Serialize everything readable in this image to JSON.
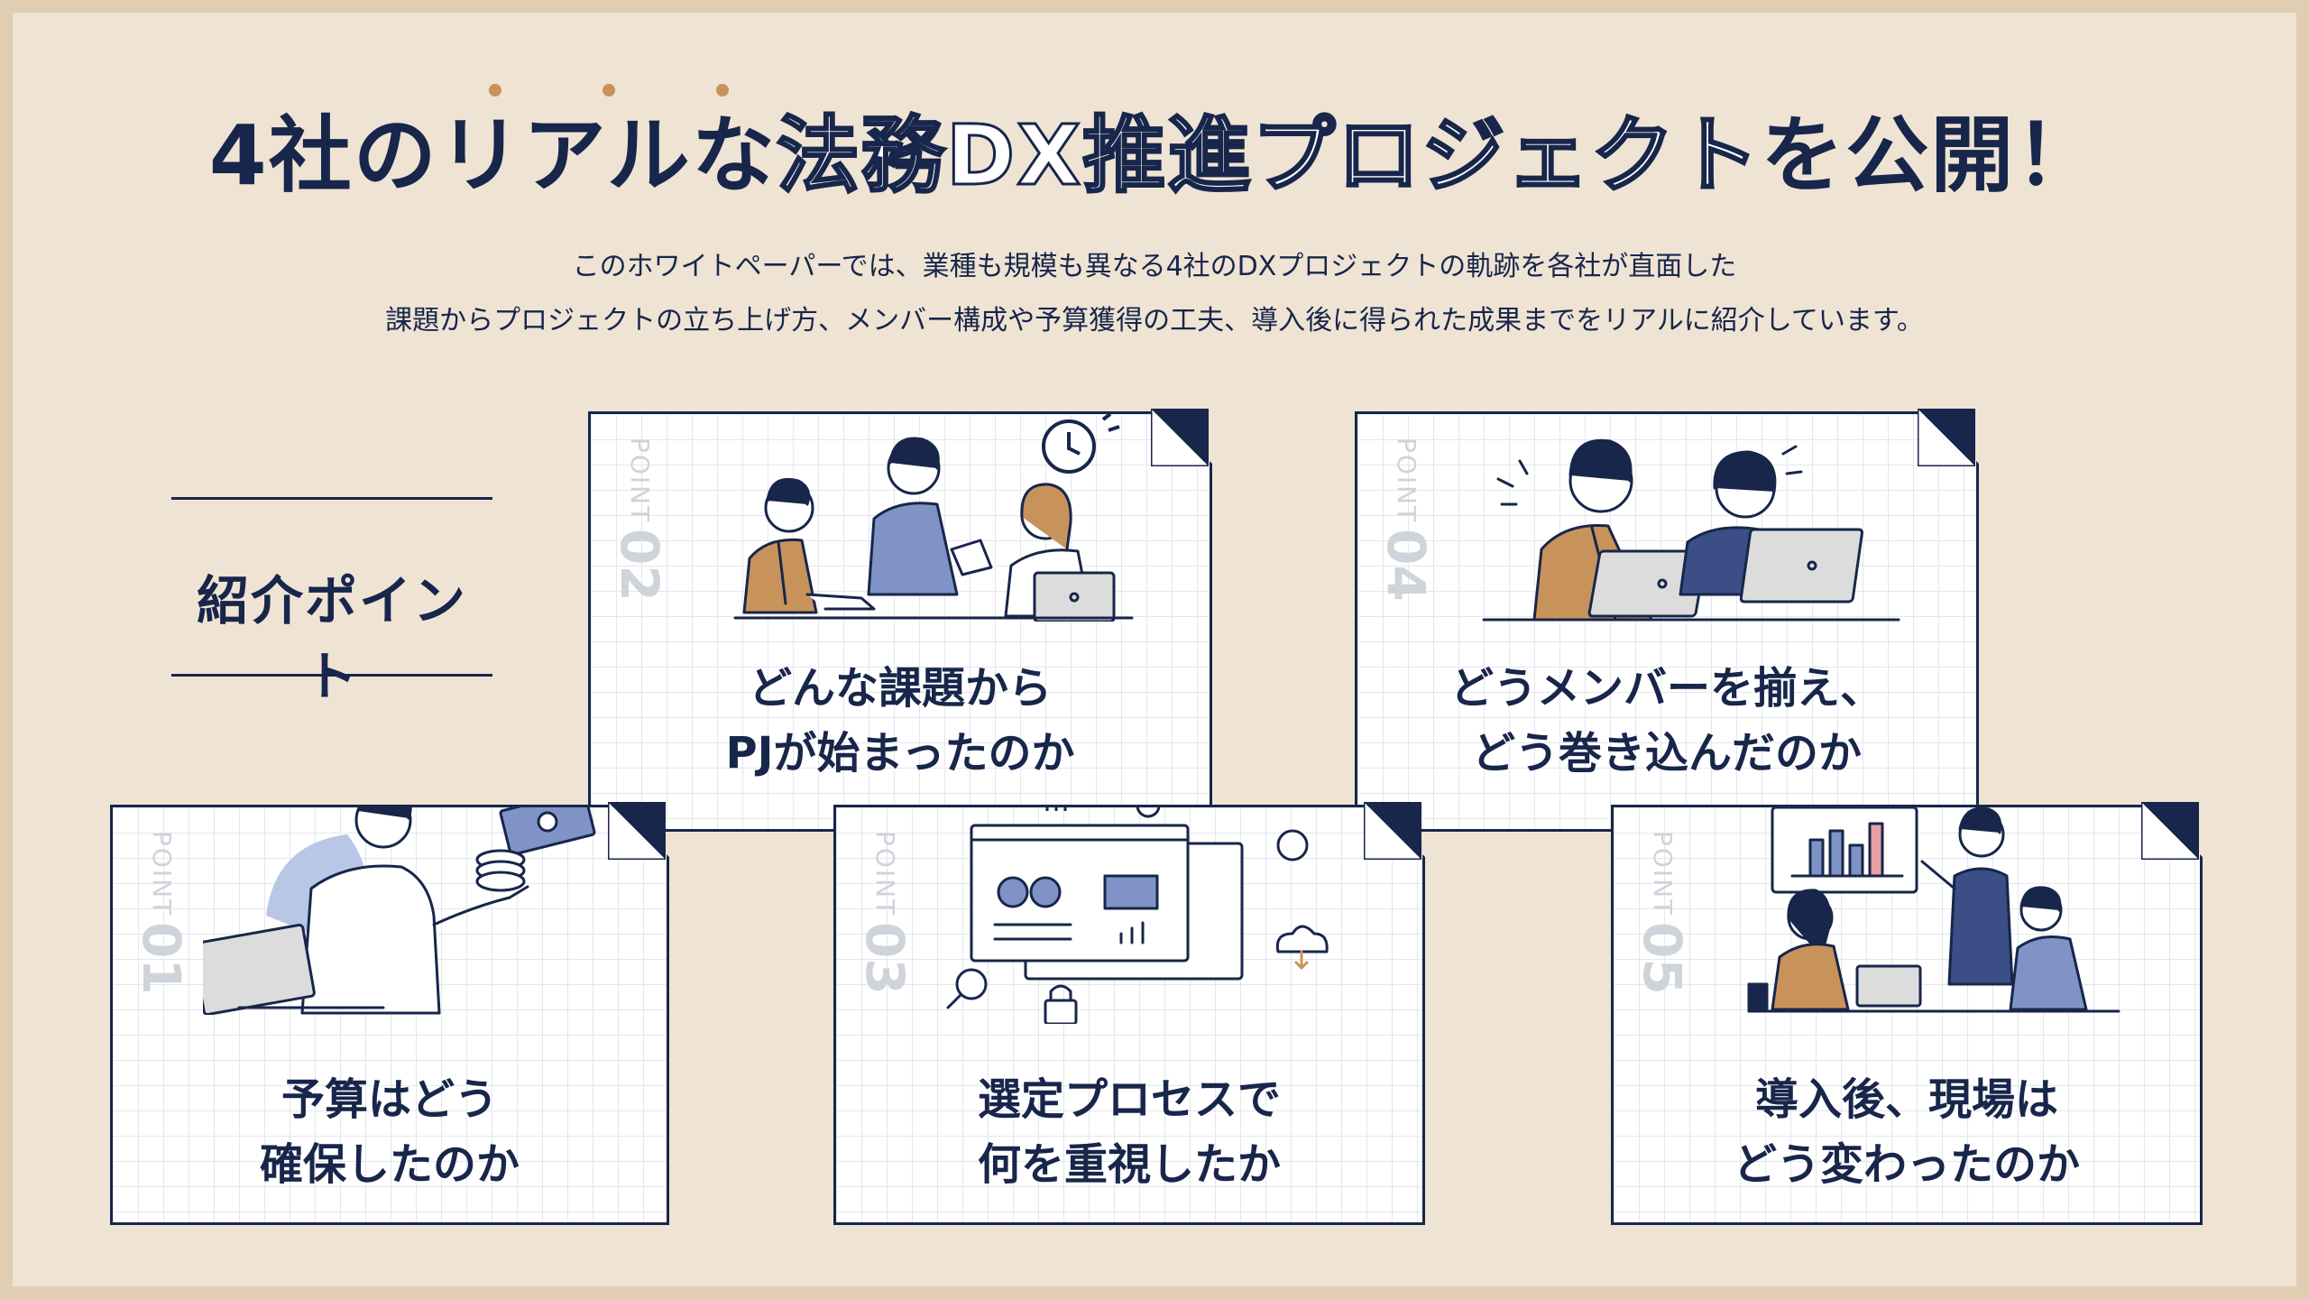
{
  "title": {
    "part1": "4社の",
    "part2": "リアル",
    "part3": "な",
    "part4": "法務DX推進プロジェクト",
    "part5": "を公開！"
  },
  "subtitle": {
    "line1": "このホワイトペーパーでは、業種も規模も異なる4社のDXプロジェクトの軌跡を各社が直面した",
    "line2": "課題からプロジェクトの立ち上げ方、メンバー構成や予算獲得の工夫、導入後に得られた成果までをリアルに紹介しています。"
  },
  "points_label": "紹介ポイント",
  "cards": [
    {
      "word": "POINT",
      "num": "01",
      "line1": "予算はどう",
      "line2": "確保したのか"
    },
    {
      "word": "POINT",
      "num": "02",
      "line1": "どんな課題から",
      "line2": "PJが始まったのか"
    },
    {
      "word": "POINT",
      "num": "03",
      "line1": "選定プロセスで",
      "line2": "何を重視したか"
    },
    {
      "word": "POINT",
      "num": "04",
      "line1": "どうメンバーを揃え、",
      "line2": "どう巻き込んだのか"
    },
    {
      "word": "POINT",
      "num": "05",
      "line1": "導入後、現場は",
      "line2": "どう変わったのか"
    }
  ],
  "colors": {
    "navy": "#17264a",
    "background": "#efe3d4",
    "frame": "#e0cdb4",
    "accent_tan": "#c8935a",
    "accent_blue": "#7f93c6"
  }
}
